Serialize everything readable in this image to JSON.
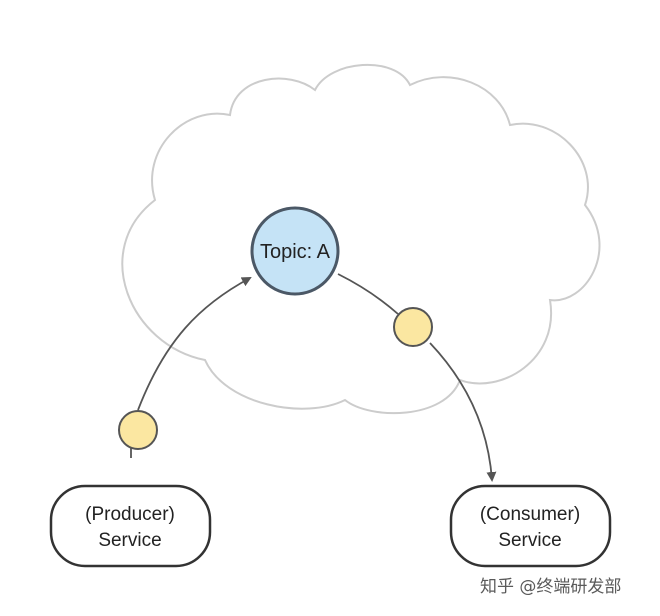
{
  "diagram": {
    "topic_label": "Topic: A",
    "producer": {
      "line1": "(Producer)",
      "line2": "Service"
    },
    "consumer": {
      "line1": "(Consumer)",
      "line2": "Service"
    }
  },
  "colors": {
    "cloud_stroke": "#cccccc",
    "topic_fill": "#c5e3f6",
    "topic_stroke": "#4b5866",
    "message_fill": "#fbe7a1",
    "message_stroke": "#555555",
    "arrow": "#555555",
    "node_stroke": "#333333"
  },
  "watermark": "知乎 @终端研发部"
}
